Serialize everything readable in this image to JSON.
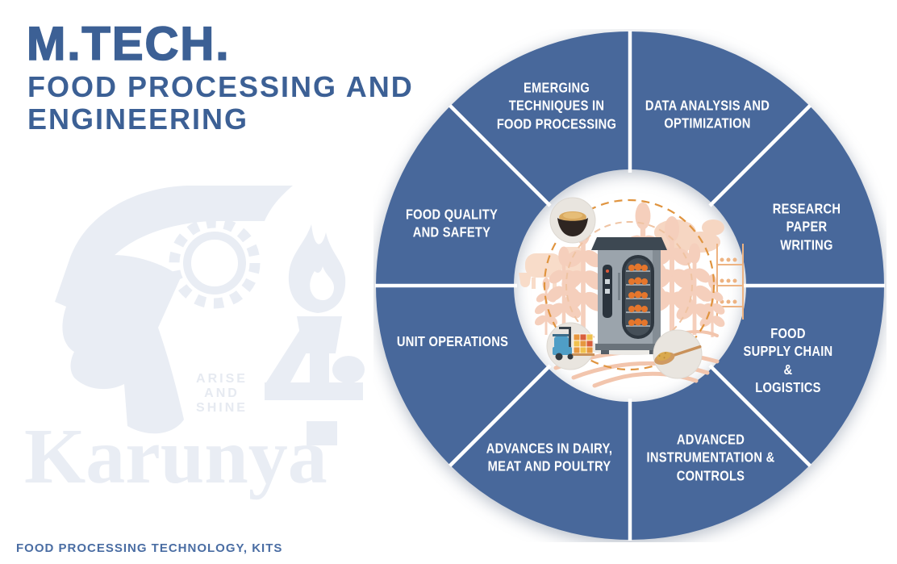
{
  "header": {
    "degree": "M.TECH.",
    "program": "FOOD PROCESSING AND\nENGINEERING"
  },
  "footer": {
    "caption": "FOOD PROCESSING TECHNOLOGY, KITS"
  },
  "watermark": {
    "motto": [
      "ARISE",
      "AND",
      "SHINE"
    ],
    "wordmark": "Karunya"
  },
  "wheel": {
    "segments": [
      {
        "label": "EMERGING\nTECHNIQUES IN\nFOOD PROCESSING"
      },
      {
        "label": "DATA ANALYSIS AND\nOPTIMIZATION"
      },
      {
        "label": "RESEARCH PAPER\nWRITING"
      },
      {
        "label": "FOOD\nSUPPLY CHAIN &\nLOGISTICS"
      },
      {
        "label": "ADVANCED\nINSTRUMENTATION &\nCONTROLS"
      },
      {
        "label": "ADVANCES IN DAIRY,\nMEAT AND POULTRY"
      },
      {
        "label": "UNIT OPERATIONS"
      },
      {
        "label": "FOOD QUALITY\nAND SAFETY"
      }
    ],
    "colors": {
      "ring": "#48689b",
      "divider": "#ffffff",
      "label_text": "#ffffff"
    }
  },
  "center_illustration": {
    "icons": [
      "flour-bowl-icon",
      "baking-oven-icon",
      "wheat-field-icon",
      "forklift-boxes-icon",
      "baker-peel-icon",
      "bread-stack-icon",
      "storage-tanks-icon",
      "cooling-rack-icon",
      "dashed-ring-icon"
    ],
    "colors": {
      "wheat": "#f5cfbc",
      "dashed_ring": "#e0943f",
      "bread": "#e5762c",
      "oven_body": "#9ba4ac",
      "oven_dark": "#323b44",
      "forklift": "#4f9ec6",
      "peel": "#c9915a",
      "bubble_bg": "#e9e5df"
    }
  },
  "colors": {
    "background": "#ffffff",
    "title_blue": "#3c6095",
    "ring_blue": "#48689b",
    "footer_blue": "#4a6da3",
    "watermark_gray": "#e9edf4"
  }
}
